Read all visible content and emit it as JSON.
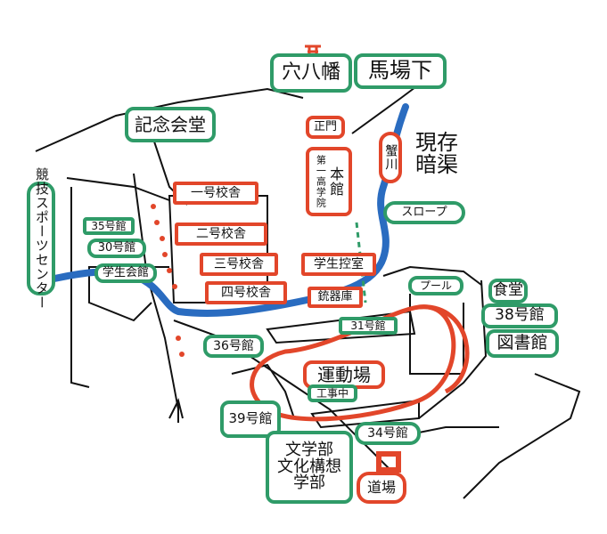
{
  "colors": {
    "green": "#2f9b68",
    "red": "#e2462a",
    "blue": "#2a6cc0",
    "ink": "#111111"
  },
  "labels": {
    "anahachiman": "穴八幡",
    "babashita": "馬場下",
    "kinen_kaido": "記念会堂",
    "seimon": "正門",
    "honkan": "本館",
    "daiichi": "第一高学院",
    "kanigawa": "蟹川",
    "genzon_ankyo_1": "現存",
    "genzon_ankyo_2": "暗渠",
    "slope": "スロープ",
    "sports_center": "競技スポーツセンター",
    "bldg35": "35号館",
    "bldg30": "30号館",
    "student_hall": "学生会館",
    "school1": "一号校舎",
    "school2": "二号校舎",
    "school3": "三号校舎",
    "school4": "四号校舎",
    "student_lounge": "学生控室",
    "armory": "銃器庫",
    "pool": "プール",
    "cafeteria": "食堂",
    "bldg38": "38号館",
    "library": "図書館",
    "bldg31": "31号館",
    "bldg36": "36号館",
    "ground": "運動場",
    "construction": "工事中",
    "bldg39": "39号館",
    "bldg34": "34号館",
    "letters_1": "文学部",
    "letters_2": "文化構想",
    "letters_3": "学部",
    "dojo": "道場"
  },
  "icons": {
    "north_arrow": "north-arrow-icon",
    "torii": "torii-icon"
  }
}
